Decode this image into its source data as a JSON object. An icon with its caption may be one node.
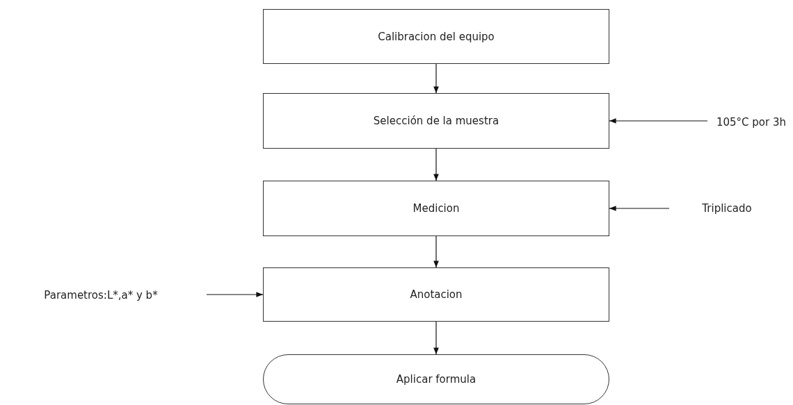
{
  "diagram": {
    "nodes": [
      {
        "text": [
          "Calibracion del equipo"
        ]
      },
      {
        "text": [
          "Selección de la muestra"
        ]
      },
      {
        "text": [
          "Medicion"
        ]
      },
      {
        "text": [
          "Anotacion"
        ]
      },
      {
        "text": [
          "Aplicar formula"
        ]
      },
      {
        "text": [
          "105°C por 3h"
        ]
      },
      {
        "text": [
          "Triplicado"
        ]
      },
      {
        "text": [
          "Parametros:L*,a* y b*"
        ]
      }
    ],
    "edges": [
      {
        "from": 0,
        "to": 1,
        "arrow": "to"
      },
      {
        "from": 1,
        "to": 2,
        "arrow": "to"
      },
      {
        "from": 2,
        "to": 3,
        "arrow": "to"
      },
      {
        "from": 3,
        "to": 4,
        "arrow": "to"
      },
      {
        "from": 5,
        "to": 1,
        "arrow": "to"
      },
      {
        "from": 6,
        "to": 2,
        "arrow": "to"
      },
      {
        "from": 7,
        "to": 3,
        "arrow": "to"
      }
    ]
  }
}
